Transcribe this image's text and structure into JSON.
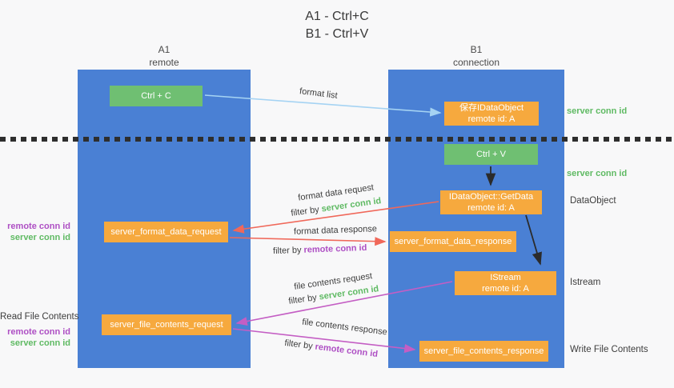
{
  "title": {
    "line1": "A1 - Ctrl+C",
    "line2": "B1 - Ctrl+V"
  },
  "lifelines": {
    "left": {
      "name": "A1",
      "subtitle": "remote"
    },
    "right": {
      "name": "B1",
      "subtitle": "connection"
    }
  },
  "nodes": {
    "ctrl_c": {
      "label": "Ctrl + C"
    },
    "save_idataobject": {
      "line1": "保存IDataObject",
      "line2": "remote id: A"
    },
    "ctrl_v": {
      "label": "Ctrl + V"
    },
    "idataobject_getdata": {
      "line1": "IDataObject::GetData",
      "line2": "remote id: A"
    },
    "server_format_data_request": {
      "label": "server_format_data_request"
    },
    "server_format_data_response": {
      "label": "server_format_data_response"
    },
    "istream": {
      "line1": "IStream",
      "line2": "remote id: A"
    },
    "server_file_contents_request": {
      "label": "server_file_contents_request"
    },
    "server_file_contents_response": {
      "label": "server_file_contents_response"
    }
  },
  "arrow_labels": {
    "format_list": "format list",
    "format_data_request": "format data request",
    "format_data_response": "format data response",
    "file_contents_request": "file contents request",
    "file_contents_response": "file contents response",
    "filter_prefix": "filter by ",
    "server_conn_id": "server conn id",
    "remote_conn_id": "remote conn id"
  },
  "side_labels": {
    "right_server_conn_id_1": "server conn id",
    "right_server_conn_id_2": "server conn id",
    "right_dataobject": "DataObject",
    "right_istream": "Istream",
    "right_write_file_contents": "Write File Contents",
    "left_remote_conn_id_1": "remote conn id",
    "left_server_conn_id_1": "server conn id",
    "left_read_file_contents": "Read File Contents",
    "left_remote_conn_id_2": "remote conn id",
    "left_server_conn_id_2": "server conn id"
  },
  "colors": {
    "lifeline_blue": "#4a80d4",
    "action_green": "#6fbf72",
    "message_orange": "#f6a93e",
    "server_conn_green": "#5fba63",
    "remote_conn_purple": "#ae4fc4",
    "format_arrow_red": "#f0685a",
    "file_arrow_magenta": "#c45ec4",
    "format_list_arrow_blue": "#a5d3f3",
    "text_dark": "#3d3d3d"
  }
}
